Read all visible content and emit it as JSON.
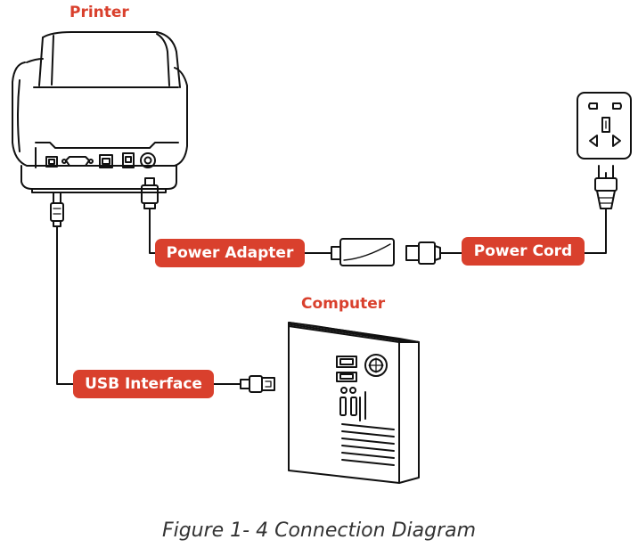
{
  "colors": {
    "accent": "#d9402d",
    "line": "#111111",
    "caption": "#333333"
  },
  "headings": {
    "printer": "Printer",
    "computer": "Computer"
  },
  "tags": {
    "power_adapter": "Power Adapter",
    "power_cord": "Power Cord",
    "usb_interface": "USB Interface"
  },
  "caption": "Figure 1- 4 Connection Diagram",
  "icons": {
    "printer": "printer-icon",
    "computer": "computer-tower-icon",
    "wall_socket": "wall-socket-icon",
    "power_brick": "power-adapter-brick-icon",
    "plug": "power-plug-icon",
    "usb_a": "usb-a-connector-icon",
    "usb_b": "usb-b-connector-icon",
    "dc_jack": "dc-jack-connector-icon"
  }
}
